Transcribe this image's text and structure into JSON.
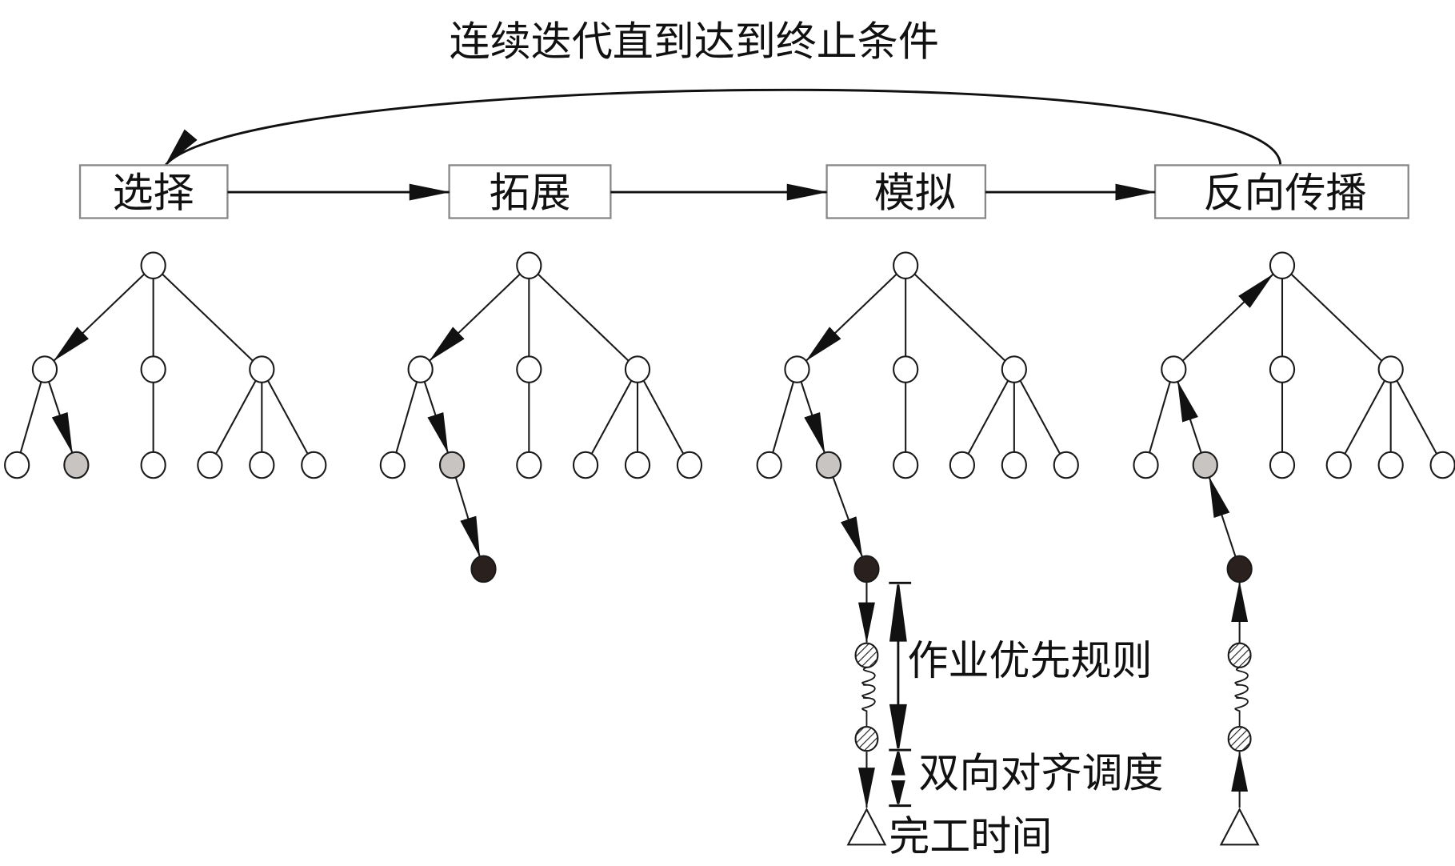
{
  "loop_label": "连续迭代直到达到终止条件",
  "steps": [
    {
      "label": "选择"
    },
    {
      "label": "拓展"
    },
    {
      "label": "模拟"
    },
    {
      "label": "反向传播"
    }
  ],
  "annotations": {
    "dispatch_rule": "作业优先规则",
    "bidirectional_alignment": "双向对齐调度",
    "completion_time": "完工时间"
  },
  "colors": {
    "line": "#1a1a1a",
    "box_border": "#888888",
    "selected_node": "#c8c4c2",
    "new_node": "#2a211e"
  }
}
